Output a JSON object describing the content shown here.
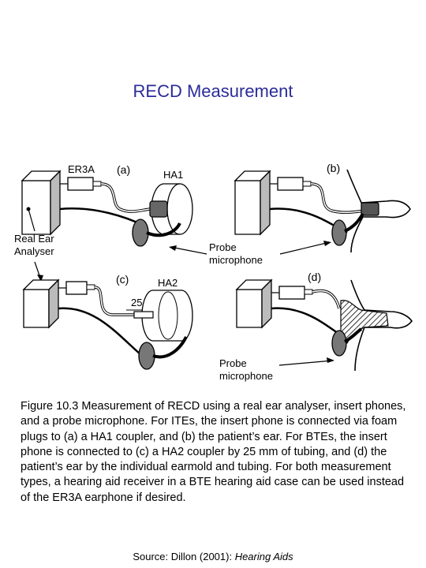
{
  "slide": {
    "title": "RECD Measurement",
    "figure": {
      "panel_labels": {
        "a": "(a)",
        "b": "(b)",
        "c": "(c)",
        "d": "(d)"
      },
      "labels": {
        "er3a": "ER3A",
        "ha1": "HA1",
        "ha2": "HA2",
        "tube_length": "25",
        "analyser_line1": "Real Ear",
        "analyser_line2": "Analyser",
        "probe_top_line1": "Probe",
        "probe_top_line2": "microphone",
        "probe_bottom_line1": "Probe",
        "probe_bottom_line2": "microphone"
      }
    },
    "caption": {
      "label": "Figure 10.3",
      "text": "  Measurement of RECD using a real ear analyser, insert phones, and a probe microphone.  For ITEs, the insert phone is connected via foam plugs to (a) a HA1 coupler, and (b) the patient’s ear.  For BTEs, the insert phone is connected to (c) a HA2 coupler by 25 mm of tubing, and (d) the patient’s ear by the individual earmold and tubing.  For both measurement types, a hearing aid receiver in a BTE hearing aid case can be used instead of the ER3A earphone if desired."
    },
    "source": {
      "prefix": "Source:  Dillon (2001): ",
      "work": "Hearing Aids"
    }
  }
}
